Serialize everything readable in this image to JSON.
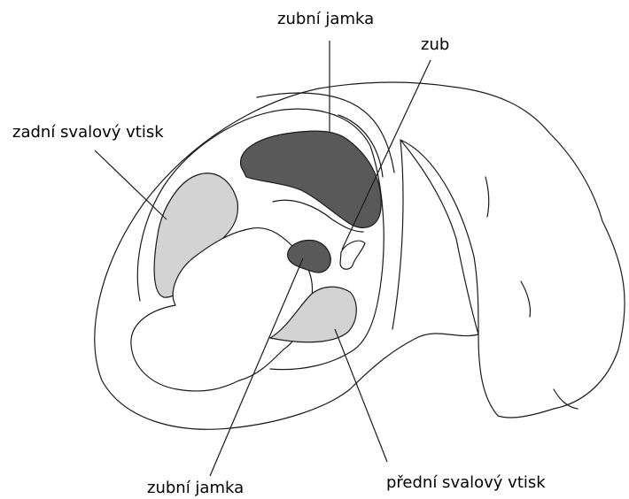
{
  "labels": {
    "top_socket": "zubní jamka",
    "tooth": "zub",
    "posterior_muscle_scar": "zadní svalový vtisk",
    "bottom_socket": "zubní jamka",
    "anterior_muscle_scar": "přední svalový vtisk"
  },
  "colors": {
    "socket_fill": "#595959",
    "muscle_scar_fill": "#d3d3d3",
    "outline": "#1a1a1a",
    "background": "#ffffff"
  }
}
